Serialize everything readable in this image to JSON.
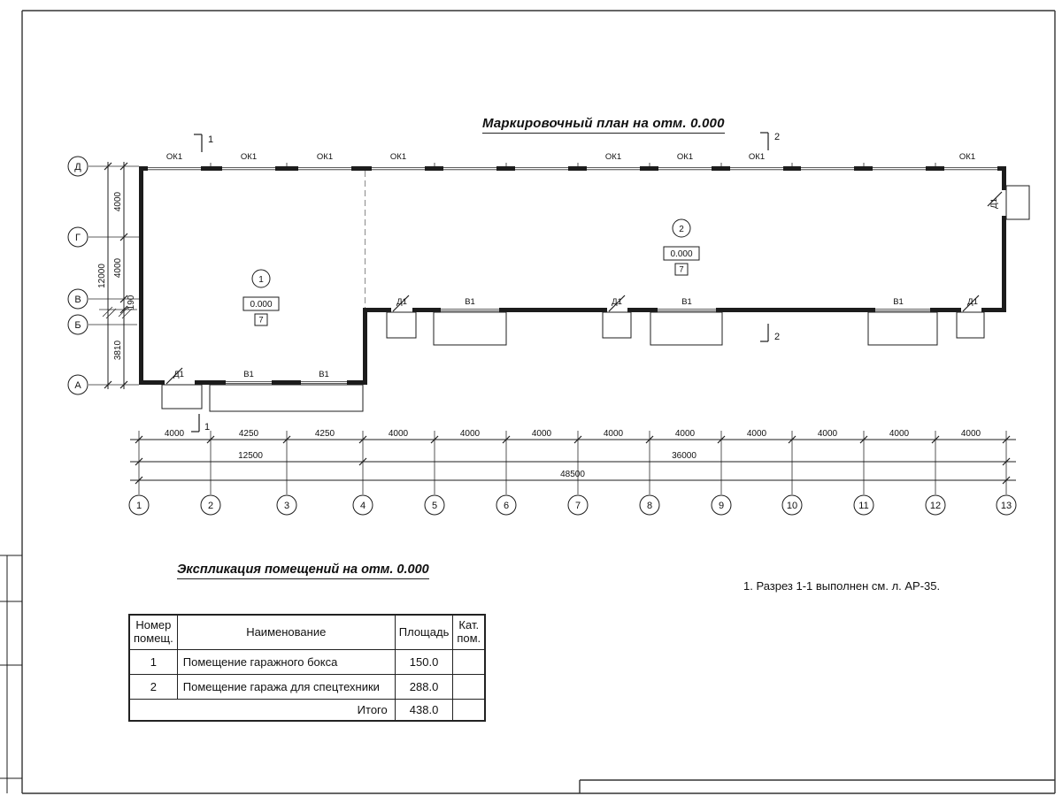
{
  "sheet": {
    "title": "Маркировочный план на отм. 0.000",
    "note": "1. Разрез 1-1 выполнен см. л. АР-35."
  },
  "plan": {
    "labels": {
      "window": "ОК1",
      "door": "Д1",
      "gate": "В1"
    },
    "rooms": [
      {
        "number": "1",
        "elevation": "0.000",
        "floor": "7"
      },
      {
        "number": "2",
        "elevation": "0.000",
        "floor": "7"
      }
    ],
    "sections": {
      "s1": "1",
      "s2": "2"
    }
  },
  "axes": {
    "cols": [
      "1",
      "2",
      "3",
      "4",
      "5",
      "6",
      "7",
      "8",
      "9",
      "10",
      "11",
      "12",
      "13"
    ],
    "rows": [
      "Д",
      "Г",
      "В",
      "Б",
      "А"
    ]
  },
  "dims": {
    "bays": [
      "4000",
      "4250",
      "4250",
      "4000",
      "4000",
      "4000",
      "4000",
      "4000",
      "4000",
      "4000",
      "4000",
      "4000"
    ],
    "groups": [
      "12500",
      "36000"
    ],
    "total": "48500",
    "left_bays": [
      "4000",
      "4000",
      "190",
      "3810"
    ],
    "left_total": "12000"
  },
  "explication": {
    "title": "Экспликация помещений на отм. 0.000",
    "headers": {
      "num_line1": "Номер",
      "num_line2": "помещ.",
      "name": "Наименование",
      "area": "Площадь",
      "cat_line1": "Кат.",
      "cat_line2": "пом."
    },
    "rows": [
      {
        "num": "1",
        "name": "Помещение гаражного бокса",
        "area": "150.0",
        "cat": ""
      },
      {
        "num": "2",
        "name": "Помещение гаража для спецтехники",
        "area": "288.0",
        "cat": ""
      }
    ],
    "total": {
      "label": "Итого",
      "area": "438.0",
      "cat": ""
    }
  }
}
